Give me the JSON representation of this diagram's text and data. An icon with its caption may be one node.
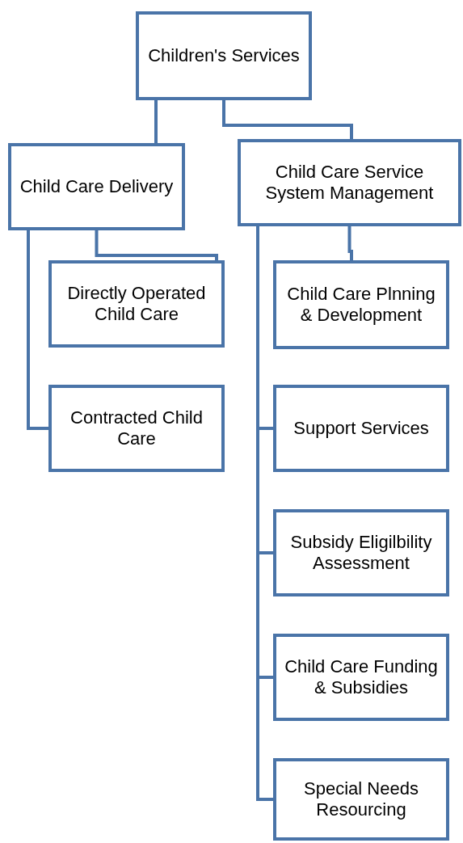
{
  "diagram": {
    "nodes": [
      {
        "text": [
          "Children's Services"
        ]
      },
      {
        "text": [
          "Child Care Delivery"
        ]
      },
      {
        "text": [
          "Child Care Service System Management"
        ]
      },
      {
        "text": [
          "Directly Operated Child Care"
        ]
      },
      {
        "text": [
          "Contracted Child Care"
        ]
      },
      {
        "text": [
          "Child Care Plnning & Development"
        ]
      },
      {
        "text": [
          "Support Services"
        ]
      },
      {
        "text": [
          "Subsidy Eligilbility Assessment"
        ]
      },
      {
        "text": [
          "Child Care Funding & Subsidies"
        ]
      },
      {
        "text": [
          "Special Needs Resourcing"
        ]
      }
    ],
    "edges": [
      {
        "from": 0,
        "to": 1,
        "arrow": "none"
      },
      {
        "from": 0,
        "to": 2,
        "arrow": "none"
      },
      {
        "from": 1,
        "to": 3,
        "arrow": "none"
      },
      {
        "from": 1,
        "to": 4,
        "arrow": "none"
      },
      {
        "from": 2,
        "to": 5,
        "arrow": "none"
      },
      {
        "from": 2,
        "to": 6,
        "arrow": "none"
      },
      {
        "from": 2,
        "to": 7,
        "arrow": "none"
      },
      {
        "from": 2,
        "to": 8,
        "arrow": "none"
      },
      {
        "from": 2,
        "to": 9,
        "arrow": "none"
      }
    ]
  }
}
